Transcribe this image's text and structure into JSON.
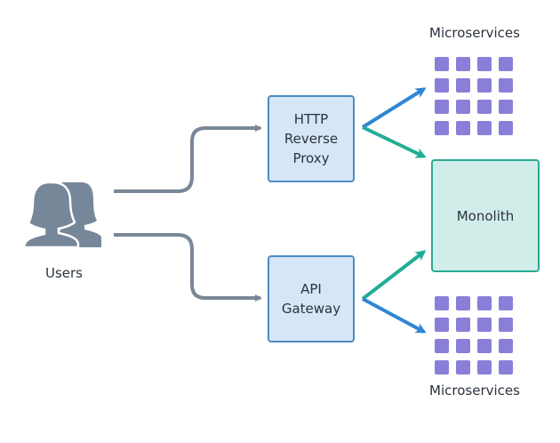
{
  "users": {
    "label": "Users",
    "icon": "users-icon"
  },
  "nodes": {
    "http_proxy": {
      "lines": [
        "HTTP",
        "Reverse",
        "Proxy"
      ]
    },
    "api_gateway": {
      "lines": [
        "API",
        "Gateway"
      ]
    },
    "monolith": {
      "label": "Monolith"
    },
    "microservices_top": {
      "label": "Microservices",
      "cells": 16
    },
    "microservices_bottom": {
      "label": "Microservices",
      "cells": 16
    }
  },
  "colors": {
    "user_flow": "#7a8796",
    "to_microservices": "#2f86d4",
    "to_monolith": "#20ad96",
    "proxy_fill": "#d6e6f7",
    "proxy_border": "#4c8cc4",
    "monolith_fill": "#d1ede9",
    "monolith_border": "#2aaa95",
    "microservice_cell": "#8a7fd8"
  }
}
